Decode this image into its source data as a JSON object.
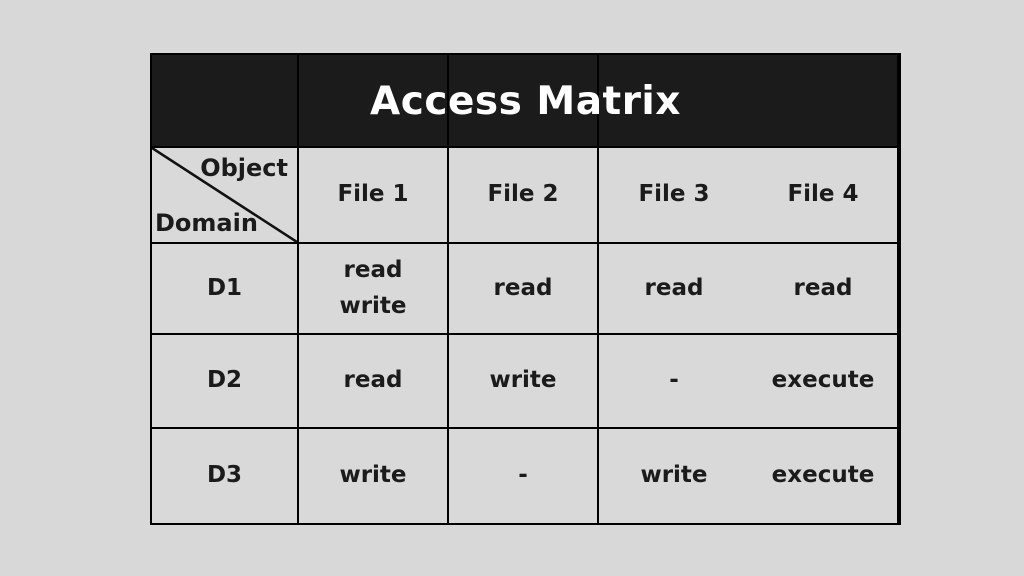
{
  "figure": {
    "colors": {
      "page_bg": "#d8d8d8",
      "cell_bg": "#d9d9d9",
      "header_bg": "#1b1b1b",
      "border": "#000000",
      "title_text": "#ffffff",
      "body_text": "#1b1b1b"
    },
    "table": {
      "title": "Access Matrix",
      "corner": {
        "top_label": "Object",
        "bottom_label": "Domain"
      },
      "columns": [
        "File 1",
        "File 2",
        "File 3",
        "File 4"
      ],
      "rows": [
        {
          "domain": "D1",
          "cells": [
            "read\nwrite",
            "read",
            "read",
            "read"
          ]
        },
        {
          "domain": "D2",
          "cells": [
            "read",
            "write",
            "-",
            "execute"
          ]
        },
        {
          "domain": "D3",
          "cells": [
            "write",
            "-",
            "write",
            "execute"
          ]
        }
      ]
    }
  }
}
